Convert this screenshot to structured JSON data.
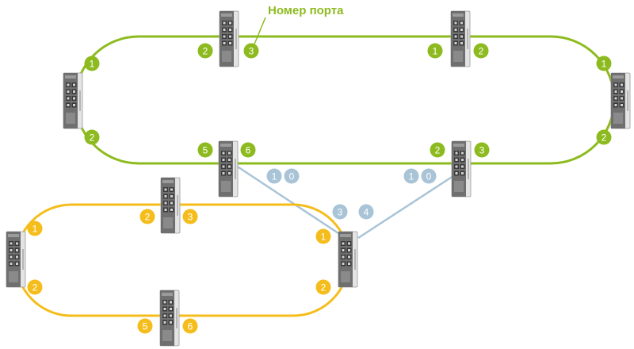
{
  "title": "Номер порта",
  "colors": {
    "green_ring": "#8dbb1f",
    "yellow_ring": "#f5bd1c",
    "link": "#a9c4d6",
    "link_badge": "#a9c4d6",
    "device_body": "#6f6f6f",
    "device_dark": "#3a3a3a",
    "device_light": "#e4e4e4"
  },
  "rings": [
    {
      "name": "green-ring",
      "color": "green_ring"
    },
    {
      "name": "yellow-ring",
      "color": "yellow_ring"
    }
  ],
  "switches": [
    {
      "id": "sw-g-top-left",
      "ring": "green",
      "ports": [
        "2",
        "3"
      ]
    },
    {
      "id": "sw-g-top-right",
      "ring": "green",
      "ports": [
        "1",
        "2"
      ]
    },
    {
      "id": "sw-g-left",
      "ring": "green",
      "ports": [
        "1",
        "2"
      ]
    },
    {
      "id": "sw-g-right",
      "ring": "green",
      "ports": [
        "1",
        "2"
      ]
    },
    {
      "id": "sw-g-bot-left",
      "ring": "green",
      "ports": [
        "5",
        "6"
      ]
    },
    {
      "id": "sw-g-bot-right",
      "ring": "green",
      "ports": [
        "2",
        "3"
      ]
    },
    {
      "id": "sw-y-top",
      "ring": "yellow",
      "ports": [
        "2",
        "3"
      ]
    },
    {
      "id": "sw-y-left",
      "ring": "yellow",
      "ports": [
        "1",
        "2"
      ]
    },
    {
      "id": "sw-y-right",
      "ring": "yellow",
      "ports": [
        "1",
        "2"
      ]
    },
    {
      "id": "sw-y-bottom",
      "ring": "yellow",
      "ports": [
        "5",
        "6"
      ]
    }
  ],
  "link_ports": {
    "left_upper": [
      "1",
      "0"
    ],
    "right_upper": [
      "1",
      "0"
    ],
    "lower": [
      "3",
      "4"
    ]
  }
}
